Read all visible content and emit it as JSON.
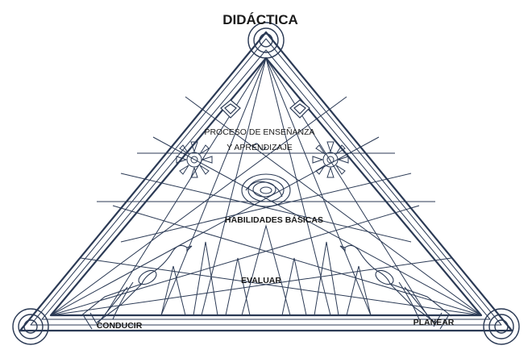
{
  "diagram": {
    "title": "DIDÁCTICA",
    "process_line1": "PROCESO DE ENSEÑANZA",
    "process_line2": "Y APRENDIZAJE",
    "skills": "HABILIDADES BÁSICAS",
    "evaluate": "EVALUAR",
    "conduct": "CONDUCIR",
    "plan": "PLANEAR"
  },
  "colors": {
    "line": "#2b3a55",
    "text": "#1a1a1a",
    "background": "#ffffff"
  }
}
